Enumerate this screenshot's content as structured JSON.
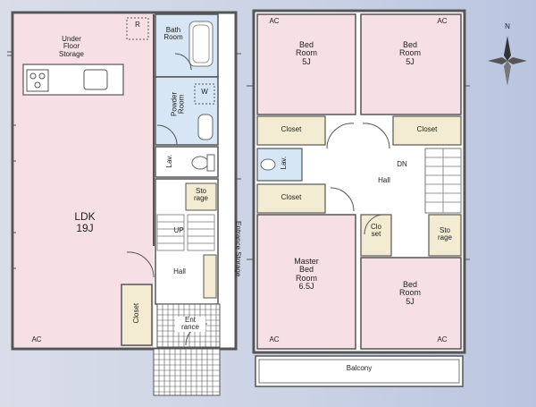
{
  "floor1": {
    "ldk": "LDK\n19J",
    "under_floor": "Under\nFloor\nStorage",
    "bath": "Bath\nRoom",
    "powder": "Powder\nRoom",
    "w": "W",
    "lav": "Lav.",
    "storage": "Sto\nrage",
    "up": "UP",
    "hall": "Hall",
    "closet": "Closet",
    "entrance": "Ent\nrance",
    "entrance_storage": "Entrance Storage",
    "ac": "AC",
    "r_mark": "R"
  },
  "floor2": {
    "bed1": "Bed\nRoom\n5J",
    "bed2": "Bed\nRoom\n5J",
    "master": "Master\nBed\nRoom\n6.5J",
    "bed4": "Bed\nRoom\n5J",
    "closet_a": "Closet",
    "closet_b": "Closet",
    "closet_c": "Closet",
    "closet_small": "Clo\nset",
    "storage": "Sto\nrage",
    "hall": "Hall",
    "dn": "DN",
    "lav": "Lav.",
    "balcony": "Balcony",
    "ac1": "AC",
    "ac2": "AC",
    "ac3": "AC",
    "ac4": "AC"
  },
  "compass": {
    "label": "N"
  }
}
